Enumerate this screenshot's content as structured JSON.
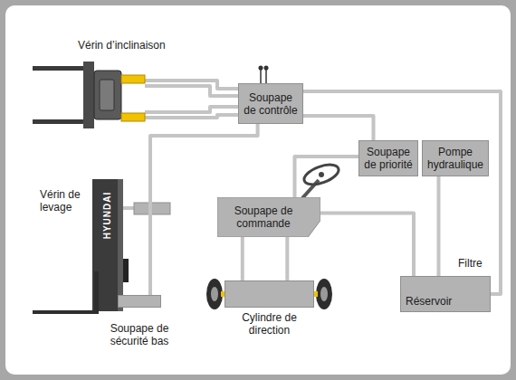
{
  "diagram": {
    "nodes": [
      {
        "text": [
          "Soupape de contrôle"
        ]
      },
      {
        "text": [
          "Soupape de priorité"
        ]
      },
      {
        "text": [
          "Pompe hydraulique"
        ]
      },
      {
        "text": [
          "Soupape de commande"
        ]
      },
      {
        "text": [
          "Réservoir"
        ]
      },
      {
        "text": [
          "Cylindre de direction"
        ]
      },
      {
        "text": [
          "Soupape de sécurité bas"
        ]
      }
    ],
    "edges": [
      {
        "from": 0,
        "to": 1,
        "arrow": "none"
      },
      {
        "from": 1,
        "to": 3,
        "arrow": "none"
      },
      {
        "from": 3,
        "to": 5,
        "arrow": "none"
      },
      {
        "from": 3,
        "to": 5,
        "arrow": "none"
      },
      {
        "from": 3,
        "to": 4,
        "arrow": "none"
      },
      {
        "from": 2,
        "to": 4,
        "arrow": "none"
      },
      {
        "from": 0,
        "to": 4,
        "arrow": "none"
      },
      {
        "from": 0,
        "to": 6,
        "arrow": "none"
      }
    ],
    "labels": [
      "Vérin d’inclinaison",
      "Vérin de levage",
      "Filtre",
      "HYUNDAI"
    ]
  }
}
